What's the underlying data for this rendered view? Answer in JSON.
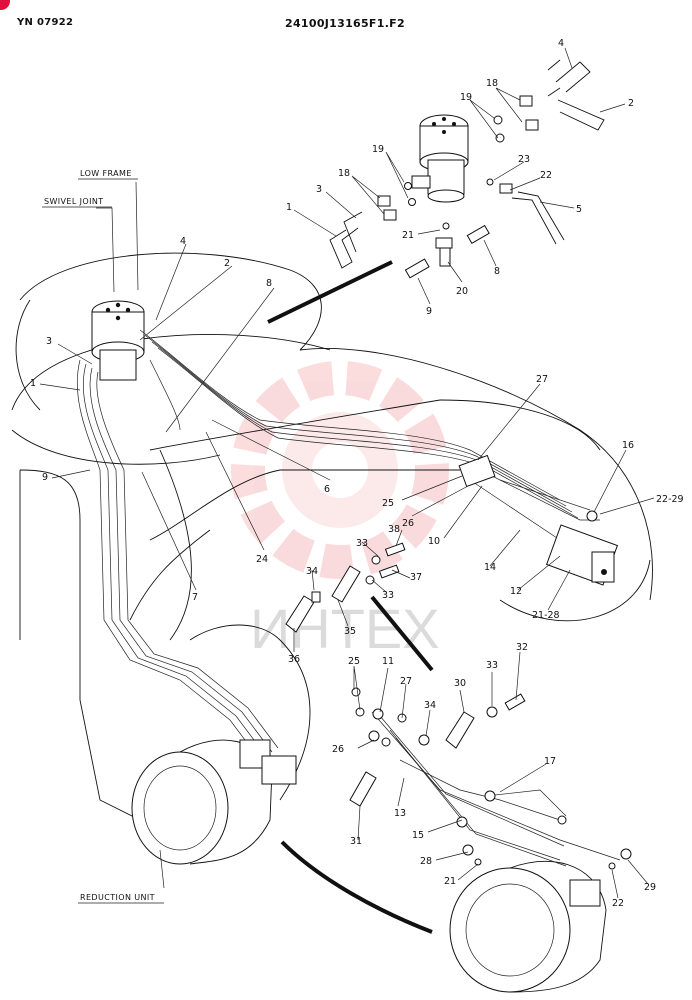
{
  "header": {
    "left_code": "YN 07922",
    "center_code": "24100J13165F1.F2"
  },
  "labels": {
    "low_frame": "LOW FRAME",
    "swivel_joint": "SWIVEL JOINT",
    "reduction_unit": "REDUCTION UNIT"
  },
  "watermark": {
    "text": "ИНТЕХ",
    "color": "#e8404a"
  },
  "callouts": [
    "4",
    "2",
    "18",
    "19",
    "19",
    "18",
    "23",
    "22",
    "3",
    "5",
    "1",
    "21",
    "8",
    "20",
    "9",
    "4",
    "2",
    "8",
    "3",
    "1",
    "9",
    "7",
    "24",
    "6",
    "27",
    "16",
    "22-29",
    "25",
    "26",
    "10",
    "38",
    "33",
    "37",
    "14",
    "12",
    "21-28",
    "34",
    "33",
    "35",
    "36",
    "32",
    "25",
    "11",
    "27",
    "30",
    "33",
    "34",
    "26",
    "17",
    "13",
    "15",
    "31",
    "28",
    "21",
    "29",
    "22"
  ]
}
